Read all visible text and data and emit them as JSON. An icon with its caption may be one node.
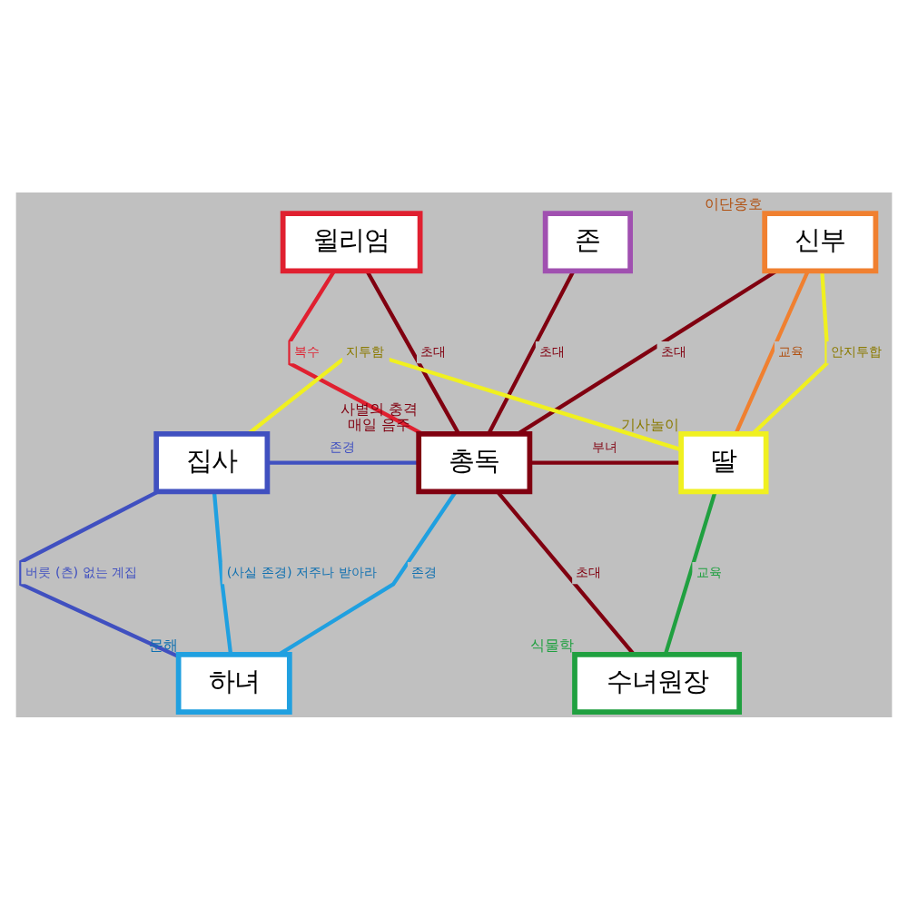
{
  "diagram": {
    "nodes": [
      {
        "text": [
          "윌리엄"
        ]
      },
      {
        "text": [
          "존"
        ]
      },
      {
        "text": [
          "신부"
        ],
        "beside": [
          "이단옹호"
        ]
      },
      {
        "text": [
          "집사"
        ]
      },
      {
        "text": [
          "총독"
        ],
        "beside": [
          "사별의 충격",
          "매일 음주"
        ]
      },
      {
        "text": [
          "딸"
        ],
        "beside": [
          "기사놀이"
        ]
      },
      {
        "text": [
          "하녀"
        ],
        "beside": [
          "문해"
        ]
      },
      {
        "text": [
          "수녀원장"
        ],
        "beside": [
          "식물학"
        ]
      }
    ],
    "edges": [
      {
        "from": 0,
        "to": 4,
        "arrow": "none",
        "label": "복수",
        "color": "#e02030"
      },
      {
        "from": 0,
        "to": 4,
        "arrow": "none",
        "label": "초대"
      },
      {
        "from": 1,
        "to": 4,
        "arrow": "none",
        "label": "초대"
      },
      {
        "from": 2,
        "to": 4,
        "arrow": "none",
        "label": "초대"
      },
      {
        "from": 2,
        "to": 5,
        "arrow": "none",
        "label": "교육",
        "color": "#f08030"
      },
      {
        "from": 2,
        "to": 5,
        "arrow": "none",
        "label": "안지투합",
        "color": "#f0f020"
      },
      {
        "from": 3,
        "to": 4,
        "arrow": "none",
        "label": "존경",
        "color": "#4050c0"
      },
      {
        "from": 4,
        "to": 5,
        "arrow": "none",
        "label": "부녀"
      },
      {
        "from": 3,
        "to": 6,
        "arrow": "none",
        "label": "버릇 (츤) 없는 계집",
        "color": "#4050c0"
      },
      {
        "from": 6,
        "to": 3,
        "arrow": "none",
        "label": "(사실 존경) 저주나 받아라",
        "color": "#20a0e0"
      },
      {
        "from": 6,
        "to": 4,
        "arrow": "none",
        "label": "존경",
        "color": "#20a0e0"
      },
      {
        "from": 4,
        "to": 7,
        "arrow": "none",
        "label": "초대"
      },
      {
        "from": 5,
        "to": 7,
        "arrow": "none",
        "label": "교육",
        "color": "#20a040"
      },
      {
        "from": 5,
        "to": 3,
        "arrow": "none",
        "label": "지투함",
        "color": "#f0f020"
      }
    ]
  }
}
